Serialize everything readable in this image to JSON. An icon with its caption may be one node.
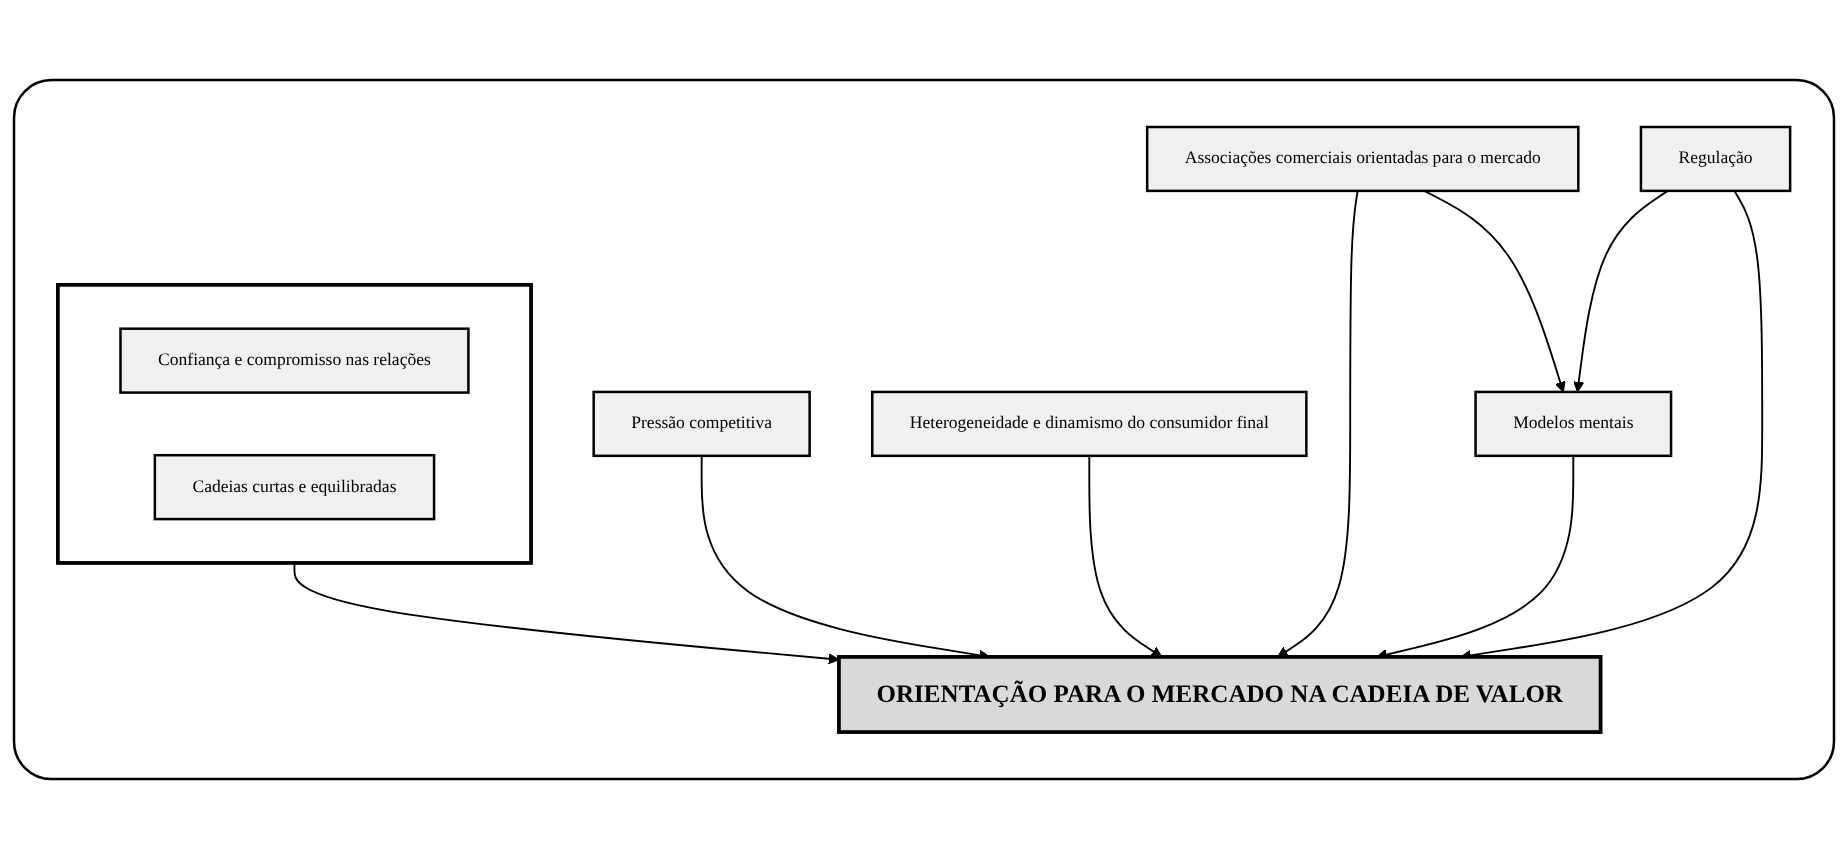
{
  "diagram": {
    "nodes": [
      {
        "text": [],
        "shape": "box"
      },
      {
        "text": [
          "Pressão competitiva"
        ],
        "in": 0
      },
      {
        "text": [
          "Heterogeneidade e dinamismo do consumidor final"
        ],
        "in": 0
      },
      {
        "text": [
          "ORIENTAÇÃO PARA O MERCADO NA CADEIA DE VALOR"
        ],
        "in": 0
      },
      {
        "text": [],
        "shape": "box",
        "in": 0
      },
      {
        "text": [
          "Confiança e compromisso nas relações"
        ],
        "in": 4
      },
      {
        "text": [
          "Cadeias curtas e equilibradas"
        ],
        "in": 4
      },
      {
        "text": [
          "Modelos mentais"
        ],
        "in": 0
      },
      {
        "text": [
          "Associações comerciais orientadas para o mercado"
        ],
        "in": 0
      },
      {
        "text": [
          "Regulação"
        ],
        "in": 0
      }
    ],
    "edges": [
      {
        "from": 1,
        "to": 3,
        "arrow": "to"
      },
      {
        "from": 2,
        "to": 3,
        "arrow": "to"
      },
      {
        "from": 4,
        "to": 3,
        "arrow": "to"
      },
      {
        "from": 7,
        "to": 3,
        "arrow": "to"
      },
      {
        "from": 8,
        "to": 3,
        "arrow": "to"
      },
      {
        "from": 8,
        "to": 7,
        "arrow": "to"
      },
      {
        "from": 9,
        "to": 7,
        "arrow": "to"
      },
      {
        "from": 9,
        "to": 3,
        "arrow": "to"
      }
    ]
  }
}
